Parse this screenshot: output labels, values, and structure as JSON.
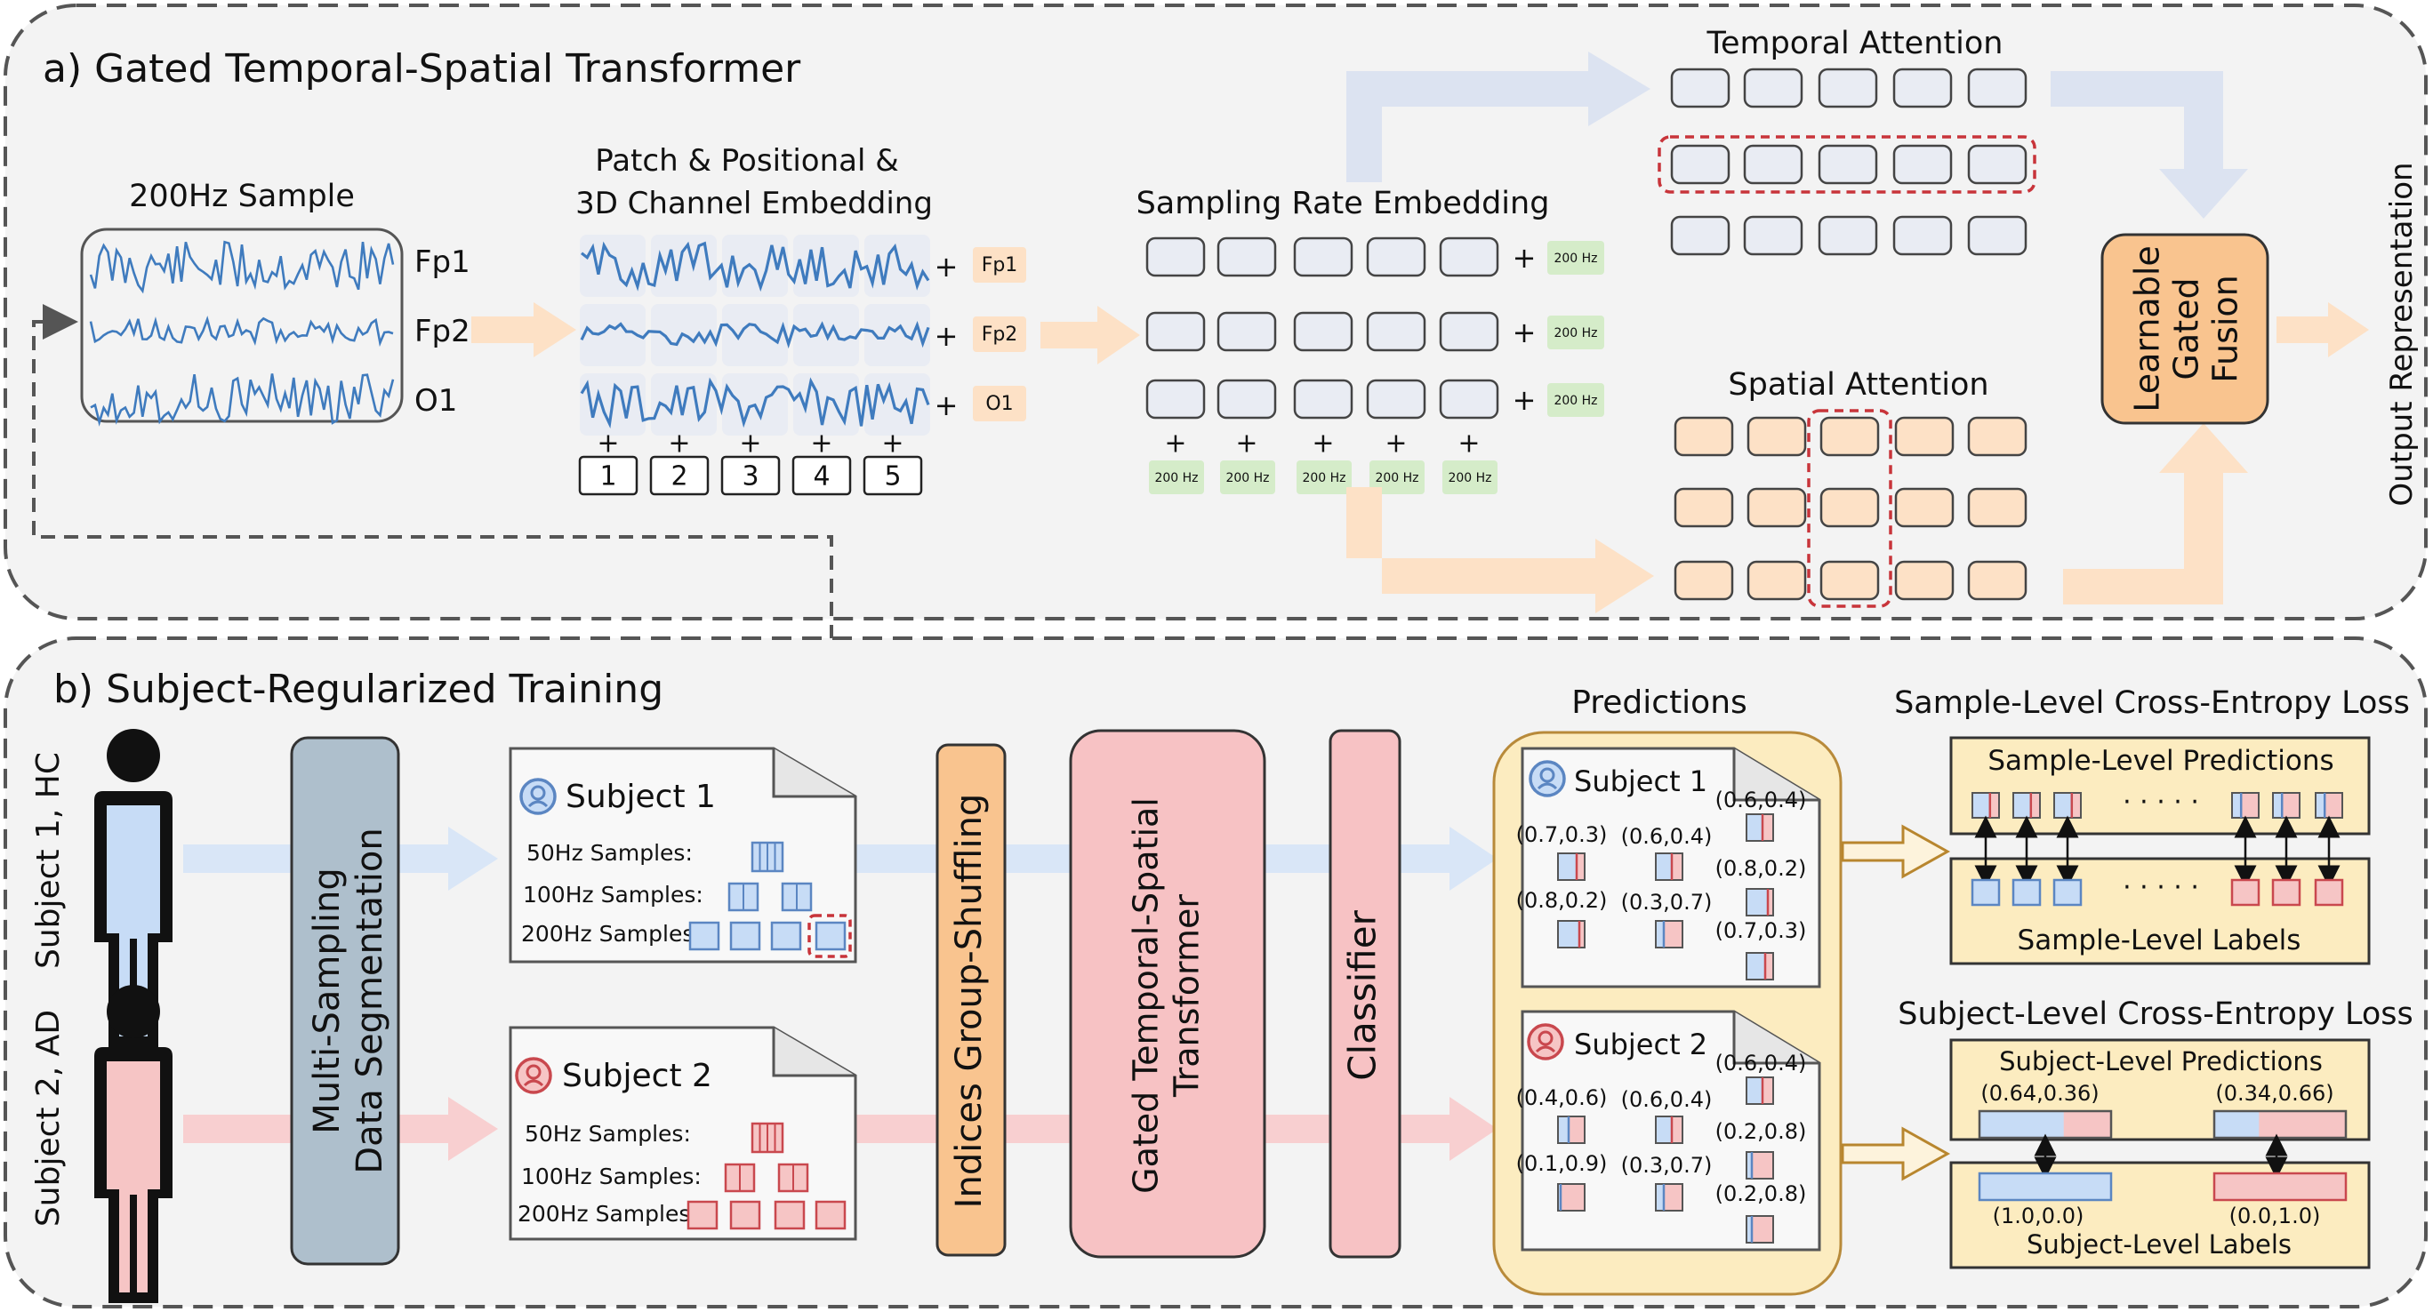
{
  "panel_a": {
    "title": "a) Gated Temporal-Spatial Transformer",
    "sample_title": "200Hz Sample",
    "channels": [
      "Fp1",
      "Fp2",
      "O1"
    ],
    "patch_title_line1": "Patch & Positional &",
    "patch_title_line2": "3D Channel Embedding",
    "patch_indices": [
      "1",
      "2",
      "3",
      "4",
      "5"
    ],
    "plus": "+",
    "sampling_rate_title": "Sampling Rate Embedding",
    "rate_tag": "200 Hz",
    "temporal_title": "Temporal Attention",
    "spatial_title": "Spatial Attention",
    "fusion_line1": "Learnable",
    "fusion_line2": "Gated",
    "fusion_line3": "Fusion",
    "output_label": "Output Representation"
  },
  "panel_b": {
    "title": "b) Subject-Regularized Training",
    "subject1_label": "Subject 1, HC",
    "subject2_label": "Subject 2, AD",
    "segmentation_line1": "Multi-Sampling",
    "segmentation_line2": "Data Segmentation",
    "subject1_name": "Subject 1",
    "subject2_name": "Subject 2",
    "sample_rows": [
      "50Hz Samples:",
      "100Hz Samples:",
      "200Hz Samples:"
    ],
    "shuffling": "Indices Group-Shuffling",
    "transformer_line1": "Gated Temporal-Spatial",
    "transformer_line2": "Transformer",
    "classifier": "Classifier",
    "predictions_title": "Predictions",
    "pred1": [
      "(0.7,0.3)",
      "(0.6,0.4)",
      "(0.6,0.4)",
      "(0.8,0.2)",
      "(0.8,0.2)",
      "(0.3,0.7)",
      "(0.7,0.3)"
    ],
    "pred2": [
      "(0.4,0.6)",
      "(0.6,0.4)",
      "(0.6,0.4)",
      "(0.2,0.8)",
      "(0.1,0.9)",
      "(0.3,0.7)",
      "(0.2,0.8)"
    ],
    "sample_loss_title": "Sample-Level Cross-Entropy Loss",
    "sample_pred_title": "Sample-Level Predictions",
    "sample_labels_title": "Sample-Level Labels",
    "dots": "· · · · ·",
    "subject_loss_title": "Subject-Level Cross-Entropy Loss",
    "subject_pred_title": "Subject-Level Predictions",
    "subject_pred_values": [
      "(0.64,0.36)",
      "(0.34,0.66)"
    ],
    "subject_label_values": [
      "(1.0,0.0)",
      "(0.0,1.0)"
    ],
    "subject_labels_title": "Subject-Level Labels"
  },
  "colors": {
    "panel_bg": "#f3f3f3",
    "blue_fill": "#c7dcf6",
    "blue_stroke": "#5b86c2",
    "red_fill": "#f6c5c5",
    "red_stroke": "#c9484e",
    "peach": "#fde1c6",
    "orange_box": "#f9c48f",
    "steel": "#aebfcc",
    "pink_box": "#f7c2c4",
    "yellow_box": "#fcecc0",
    "green_tag": "#d5ecc9",
    "wave": "#3f7bbe",
    "token": "#e9ecf3"
  }
}
